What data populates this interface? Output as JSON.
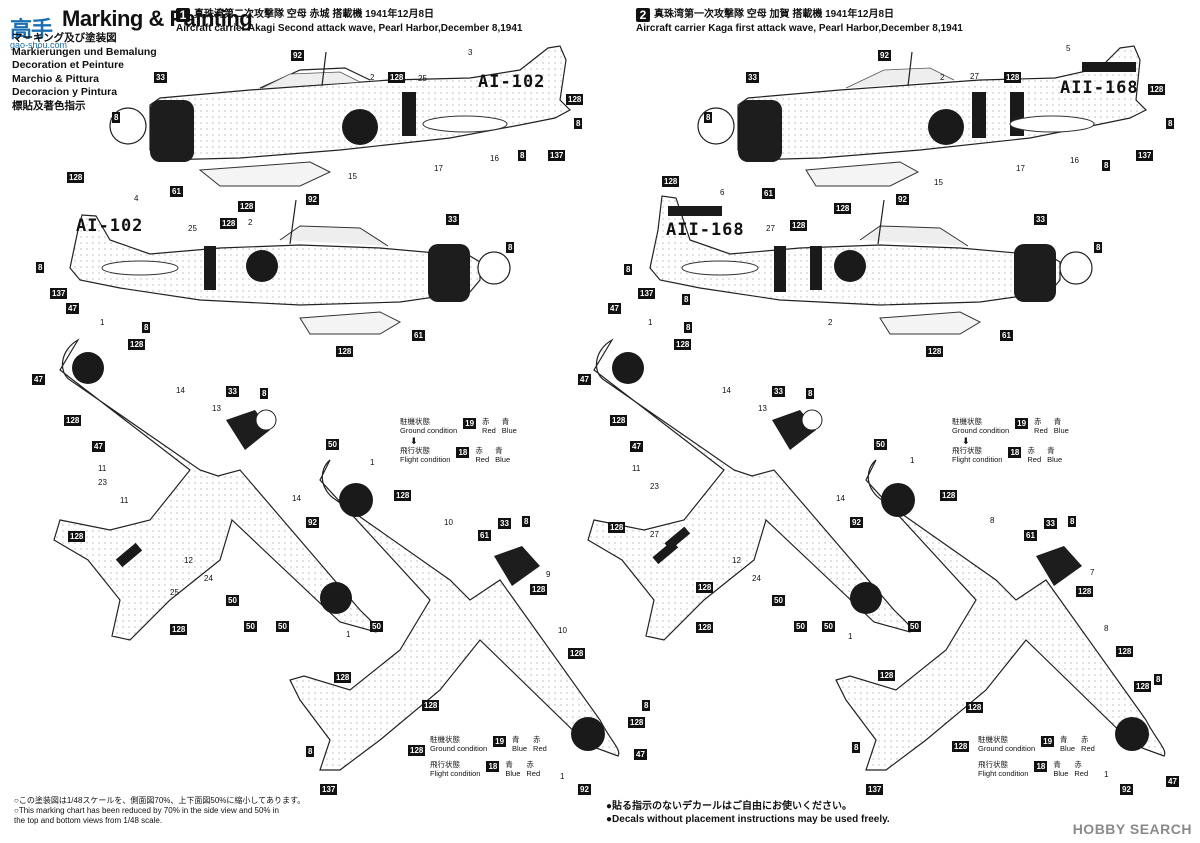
{
  "header": {
    "logo_text": "高手",
    "logo_url": "gao-shou.com",
    "title": "Marking & Painting",
    "languages": [
      "マーキング及び塗装図",
      "Markierungen und Bemalung",
      "Decoration et Peinture",
      "Marchio & Pittura",
      "Decoracion y Pintura",
      "標貼及著色指示"
    ]
  },
  "schemes": [
    {
      "number": "1",
      "title_jp": "真珠湾第二次攻撃隊 空母 赤城 搭載機 1941年12月8日",
      "title_en": "Aircraft carrier Akagi Second attack wave, Pearl Harbor,December 8,1941",
      "tail_code": "AI-102"
    },
    {
      "number": "2",
      "title_jp": "真珠湾第一次攻撃隊 空母 加賀 搭載機 1941年12月8日",
      "title_en": "Aircraft carrier Kaga first attack wave, Pearl Harbor,December 8,1941",
      "tail_code": "AII-168"
    }
  ],
  "conditions": {
    "ground_jp": "駐機状態",
    "ground_en": "Ground condition",
    "ground_code": "19",
    "flight_jp": "飛行状態",
    "flight_en": "Flight condition",
    "flight_code": "18",
    "red_jp": "赤",
    "red_en": "Red",
    "blue_jp": "青",
    "blue_en": "Blue"
  },
  "footer": {
    "scale_note_jp": "○この塗装図は1/48スケールを、側面図70%、上下面図50%に縮小してあります。",
    "scale_note_en_1": "○This marking chart has been reduced by 70% in the side view and 50% in",
    "scale_note_en_2": "the top and bottom views from 1/48 scale.",
    "decal_note_jp": "●貼る指示のないデカールはご自由にお使いください。",
    "decal_note_en": "●Decals without placement instructions may be used freely."
  },
  "watermark": "HOBBY SEARCH",
  "callouts": {
    "c8": "8",
    "c33": "33",
    "c128": "128",
    "c61": "61",
    "c92": "92",
    "c137": "137",
    "c47": "47",
    "c50": "50",
    "c2": "2",
    "c3": "3",
    "c4": "4",
    "c5": "5",
    "c6": "6",
    "c25": "25",
    "c27": "27",
    "c15": "15",
    "c16": "16",
    "c17": "17",
    "c1": "1",
    "c14": "14",
    "c13": "13",
    "c11": "11",
    "c23": "23",
    "c12": "12",
    "c24": "24",
    "c10": "10",
    "c9": "9",
    "c7": "7",
    "c19": "19",
    "c18": "18"
  }
}
